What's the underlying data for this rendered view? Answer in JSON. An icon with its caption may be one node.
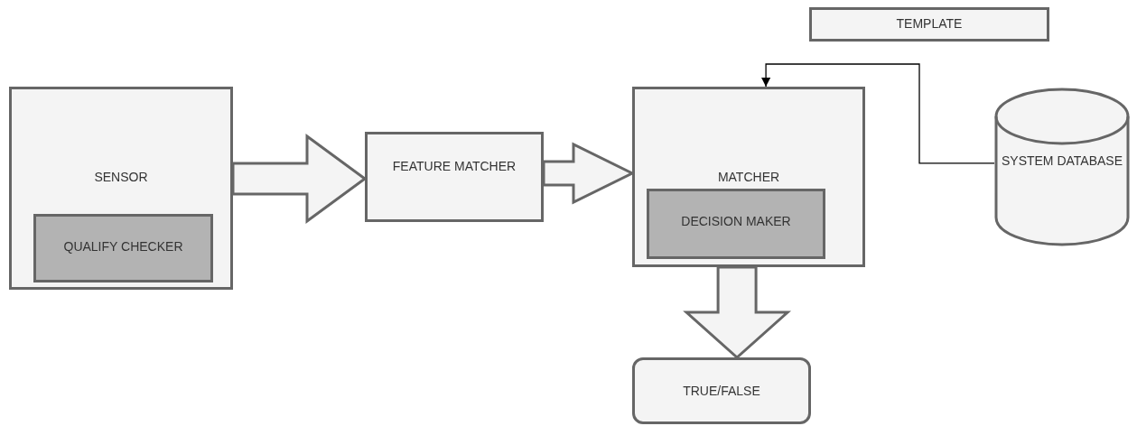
{
  "diagram": {
    "nodes": [
      {
        "text": [
          "TEMPLATE"
        ]
      },
      {
        "text": [
          "SENSOR"
        ]
      },
      {
        "text": [
          "QUALIFY CHECKER"
        ],
        "in": 1
      },
      {
        "text": [
          "FEATURE MATCHER"
        ]
      },
      {
        "text": [
          "MATCHER"
        ]
      },
      {
        "text": [
          "DECISION MAKER"
        ],
        "in": 4
      },
      {
        "text": [
          "SYSTEM DATABASE"
        ]
      },
      {
        "text": [
          "TRUE/FALSE"
        ]
      }
    ],
    "edges": [
      {
        "from": 1,
        "to": 3,
        "arrow": "to",
        "style": "thick"
      },
      {
        "from": 3,
        "to": 4,
        "arrow": "to",
        "style": "thick"
      },
      {
        "from": 6,
        "to": 4,
        "arrow": "to"
      },
      {
        "from": 4,
        "to": 7,
        "arrow": "to",
        "style": "thick"
      }
    ]
  }
}
